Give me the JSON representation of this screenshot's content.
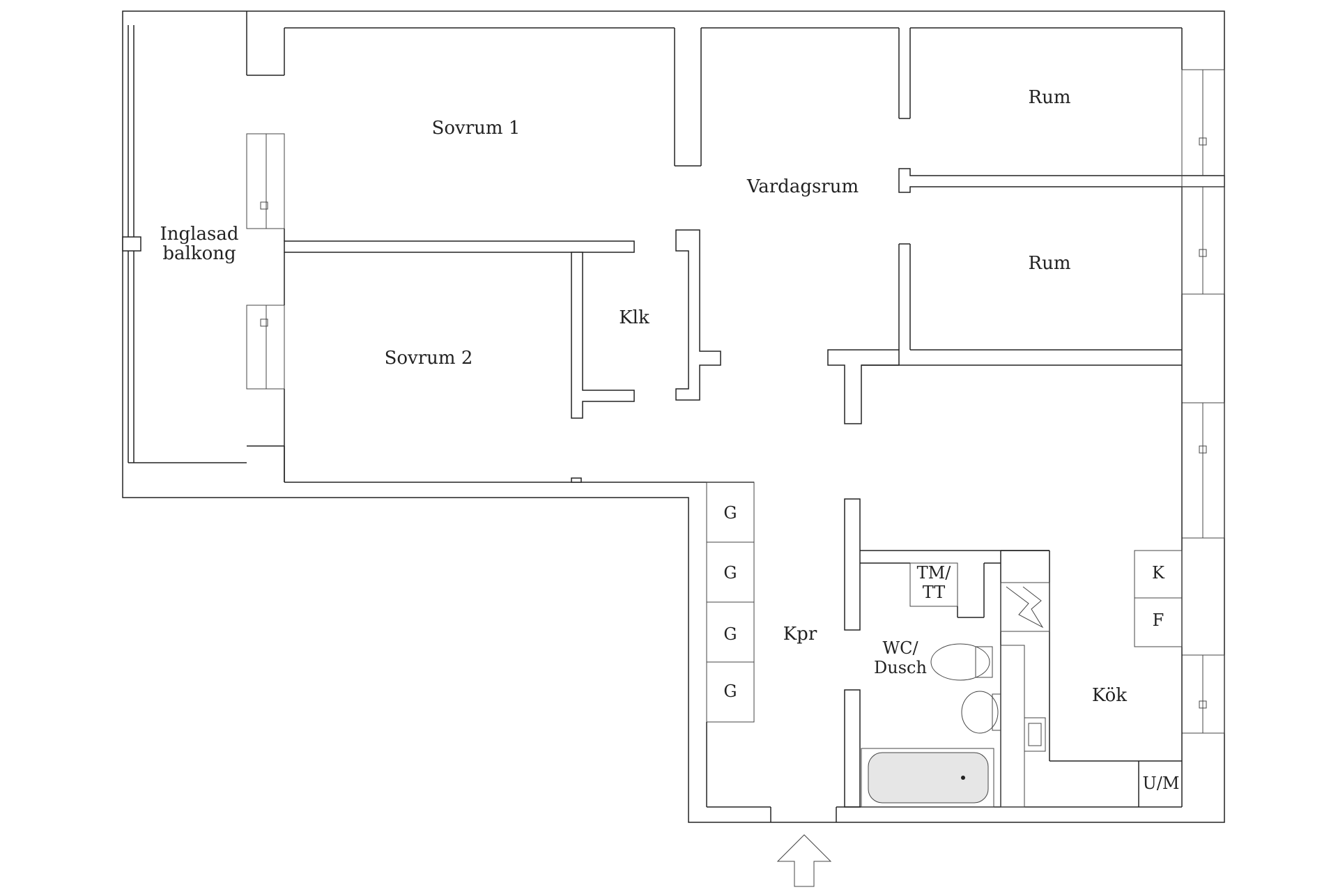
{
  "rooms": {
    "balcony_line1": "Inglasad",
    "balcony_line2": "balkong",
    "bedroom1": "Sovrum 1",
    "bedroom2": "Sovrum 2",
    "closet": "Klk",
    "living": "Vardagsrum",
    "room_top": "Rum",
    "room_mid": "Rum",
    "hall": "Kpr",
    "wc_line1": "WC/",
    "wc_line2": "Dusch",
    "kitchen": "Kök"
  },
  "fixtures": {
    "wardrobe_1": "G",
    "wardrobe_2": "G",
    "wardrobe_3": "G",
    "wardrobe_4": "G",
    "washer_line1": "TM/",
    "washer_line2": "TT",
    "fridge": "K",
    "freezer": "F",
    "oven": "U/M"
  }
}
